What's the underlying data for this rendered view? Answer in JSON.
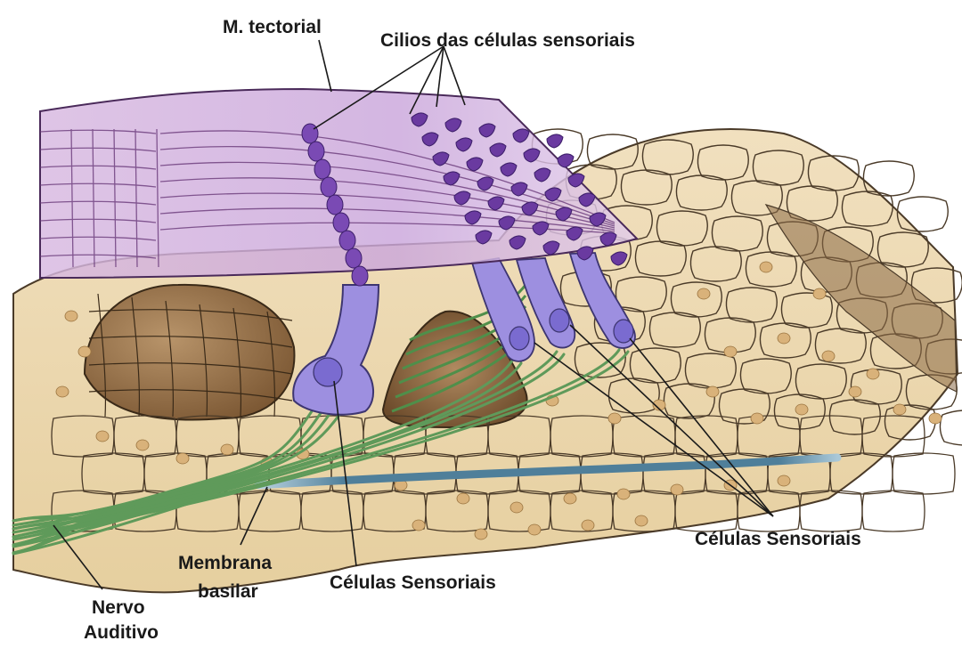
{
  "labels": {
    "tectorial_membrane": "M. tectorial",
    "sensory_cilia": "Cilios das células sensoriais",
    "sensory_cells_right": "Células Sensoriais",
    "sensory_cells_bottom": "Células Sensoriais",
    "basilar_membrane_line1": "Membrana",
    "basilar_membrane_line2": "basilar",
    "auditory_nerve_line1": "Nervo",
    "auditory_nerve_line2": "Auditivo"
  },
  "colors": {
    "tissue": "#ecd9b4",
    "tissue_outline": "#4a3a28",
    "tissue_dark": "#8a6a45",
    "tectorial": "#c9a2d6",
    "hair_cell": "#9d8fe0",
    "cilia": "#6a3aa0",
    "nerve": "#5f9a5a",
    "basilar": "#4f7f9a"
  }
}
